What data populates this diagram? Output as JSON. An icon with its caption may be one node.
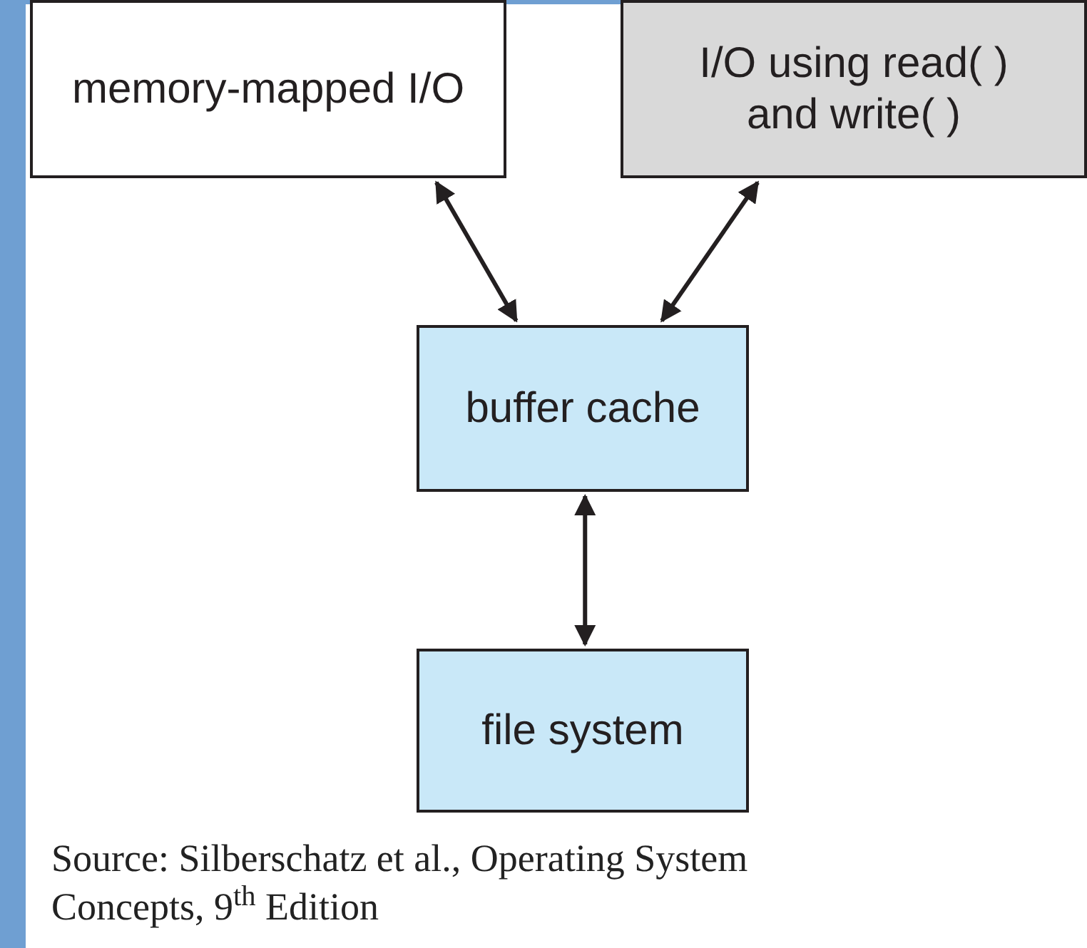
{
  "diagram": {
    "caption": "Source: Silberschatz et al., Operating System Concepts, 9$^{th}$ Edition",
    "nodes": [
      {
        "text": [
          "memory-mapped I/O"
        ]
      },
      {
        "text": [
          "I/O using read( ) and write( )"
        ]
      },
      {
        "text": [
          "buffer cache"
        ]
      },
      {
        "text": [
          "file system"
        ]
      }
    ],
    "edges": [
      {
        "from": 0,
        "to": 2,
        "arrow": "both"
      },
      {
        "from": 1,
        "to": 2,
        "arrow": "both"
      },
      {
        "from": 2,
        "to": 3,
        "arrow": "both"
      }
    ]
  }
}
